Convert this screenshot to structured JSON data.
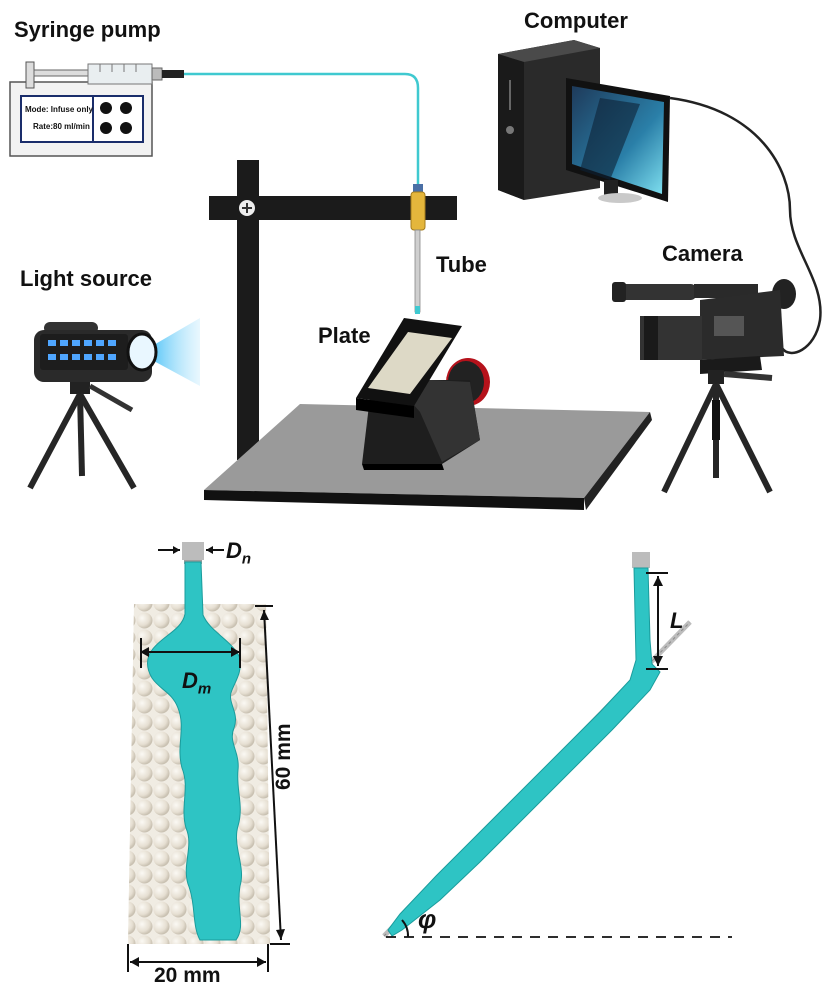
{
  "labels": {
    "syringe_pump": "Syringe pump",
    "computer": "Computer",
    "light_source": "Light source",
    "camera": "Camera",
    "tube": "Tube",
    "plate": "Plate"
  },
  "pump_display": {
    "mode": "Mode: Infuse only",
    "rate": "Rate:80 ml/min"
  },
  "symbols": {
    "nozzle_diameter": "D",
    "nozzle_diameter_sub": "n",
    "max_diameter": "D",
    "max_diameter_sub": "m",
    "length": "L",
    "angle": "φ"
  },
  "dimensions": {
    "length": "60 mm",
    "width": "20 mm"
  },
  "colors": {
    "fluid": "#2ec4c4",
    "sphere": "#ece6da",
    "stand": "#1b1b1b",
    "base": "#8c8c8c",
    "light_beam": "#7fd4f5"
  }
}
